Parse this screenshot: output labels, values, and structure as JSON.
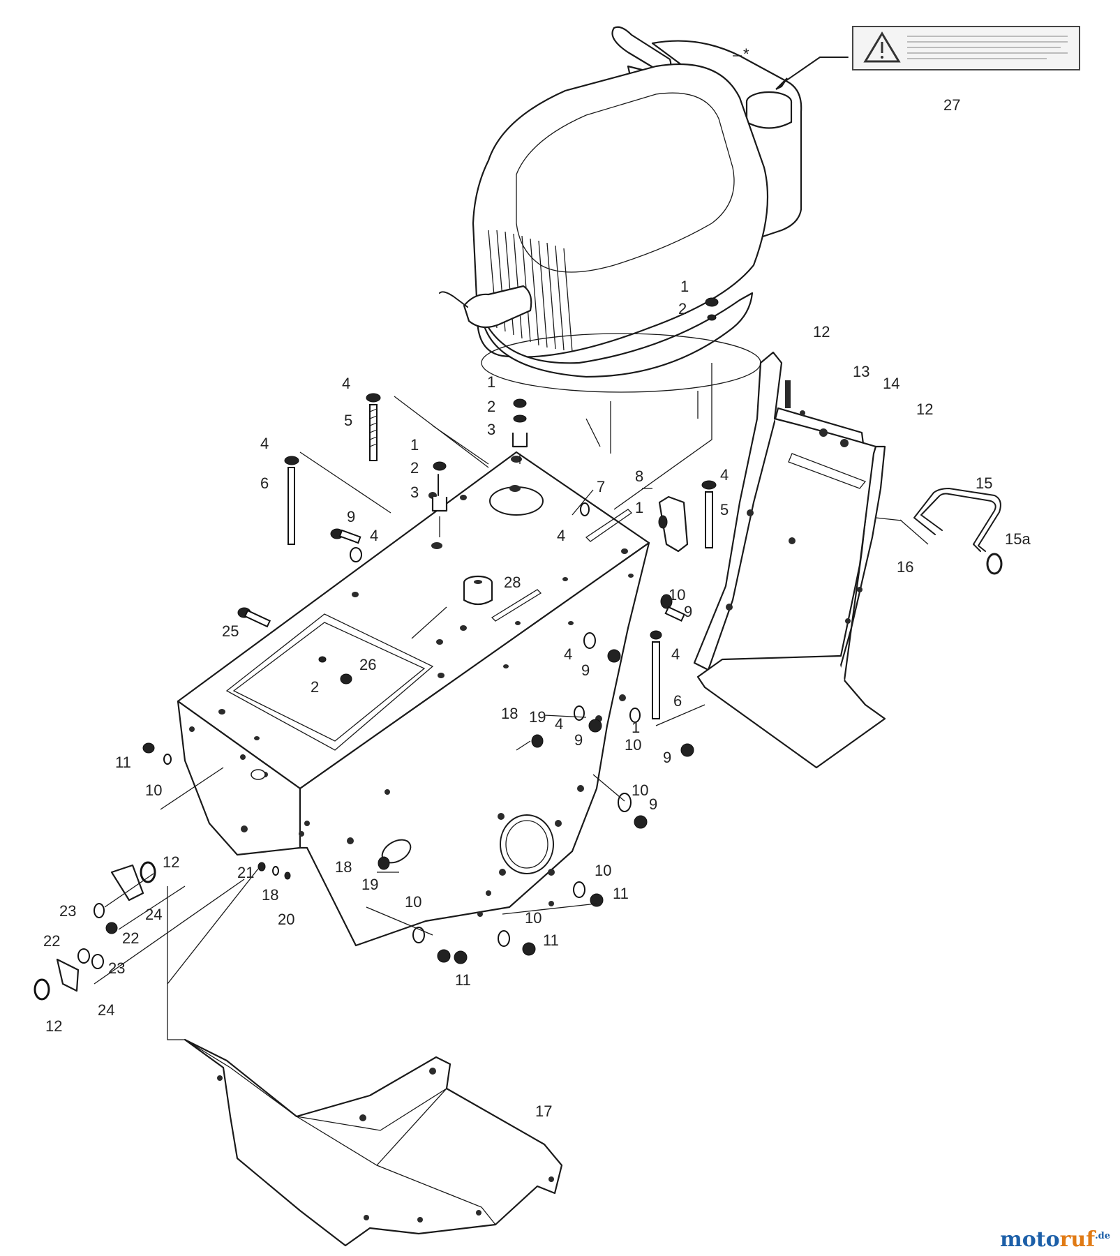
{
  "diagram": {
    "callouts": [
      {
        "id": "c-star",
        "text": "*"
      },
      {
        "id": "c-27",
        "text": "27"
      },
      {
        "id": "c-1a",
        "text": "1"
      },
      {
        "id": "c-2a",
        "text": "2"
      },
      {
        "id": "c-12a",
        "text": "12"
      },
      {
        "id": "c-13",
        "text": "13"
      },
      {
        "id": "c-14",
        "text": "14"
      },
      {
        "id": "c-12b",
        "text": "12"
      },
      {
        "id": "c-4a",
        "text": "4"
      },
      {
        "id": "c-5a",
        "text": "5"
      },
      {
        "id": "c-1b",
        "text": "1"
      },
      {
        "id": "c-2b",
        "text": "2"
      },
      {
        "id": "c-3b",
        "text": "3"
      },
      {
        "id": "c-1c",
        "text": "1"
      },
      {
        "id": "c-2c",
        "text": "2"
      },
      {
        "id": "c-3c",
        "text": "3"
      },
      {
        "id": "c-4b",
        "text": "4"
      },
      {
        "id": "c-6a",
        "text": "6"
      },
      {
        "id": "c-7",
        "text": "7"
      },
      {
        "id": "c-8",
        "text": "8"
      },
      {
        "id": "c-1d",
        "text": "1"
      },
      {
        "id": "c-4c",
        "text": "4"
      },
      {
        "id": "c-5b",
        "text": "5"
      },
      {
        "id": "c-15",
        "text": "15"
      },
      {
        "id": "c-15a",
        "text": "15a"
      },
      {
        "id": "c-16",
        "text": "16"
      },
      {
        "id": "c-9a",
        "text": "9"
      },
      {
        "id": "c-4d",
        "text": "4"
      },
      {
        "id": "c-4e",
        "text": "4"
      },
      {
        "id": "c-28",
        "text": "28"
      },
      {
        "id": "c-10a",
        "text": "10"
      },
      {
        "id": "c-9b",
        "text": "9"
      },
      {
        "id": "c-25",
        "text": "25"
      },
      {
        "id": "c-4f",
        "text": "4"
      },
      {
        "id": "c-9c",
        "text": "9"
      },
      {
        "id": "c-4g",
        "text": "4"
      },
      {
        "id": "c-26",
        "text": "26"
      },
      {
        "id": "c-2d",
        "text": "2"
      },
      {
        "id": "c-6b",
        "text": "6"
      },
      {
        "id": "c-18a",
        "text": "18"
      },
      {
        "id": "c-19a",
        "text": "19"
      },
      {
        "id": "c-4h",
        "text": "4"
      },
      {
        "id": "c-9d",
        "text": "9"
      },
      {
        "id": "c-1e",
        "text": "1"
      },
      {
        "id": "c-10b",
        "text": "10"
      },
      {
        "id": "c-9e",
        "text": "9"
      },
      {
        "id": "c-11a",
        "text": "11"
      },
      {
        "id": "c-10c",
        "text": "10"
      },
      {
        "id": "c-10d",
        "text": "10"
      },
      {
        "id": "c-9f",
        "text": "9"
      },
      {
        "id": "c-12c",
        "text": "12"
      },
      {
        "id": "c-24a",
        "text": "24"
      },
      {
        "id": "c-21",
        "text": "21"
      },
      {
        "id": "c-18b",
        "text": "18"
      },
      {
        "id": "c-20",
        "text": "20"
      },
      {
        "id": "c-18c",
        "text": "18"
      },
      {
        "id": "c-19b",
        "text": "19"
      },
      {
        "id": "c-10e",
        "text": "10"
      },
      {
        "id": "c-11b",
        "text": "11"
      },
      {
        "id": "c-23a",
        "text": "23"
      },
      {
        "id": "c-22a",
        "text": "22"
      },
      {
        "id": "c-10f",
        "text": "10"
      },
      {
        "id": "c-10g",
        "text": "10"
      },
      {
        "id": "c-11c",
        "text": "11"
      },
      {
        "id": "c-22b",
        "text": "22"
      },
      {
        "id": "c-23b",
        "text": "23"
      },
      {
        "id": "c-11d",
        "text": "11"
      },
      {
        "id": "c-12d",
        "text": "12"
      },
      {
        "id": "c-24b",
        "text": "24"
      },
      {
        "id": "c-17",
        "text": "17"
      }
    ]
  },
  "watermark": {
    "part1": "moto",
    "part2": "ruf",
    "suffix": ".de"
  }
}
